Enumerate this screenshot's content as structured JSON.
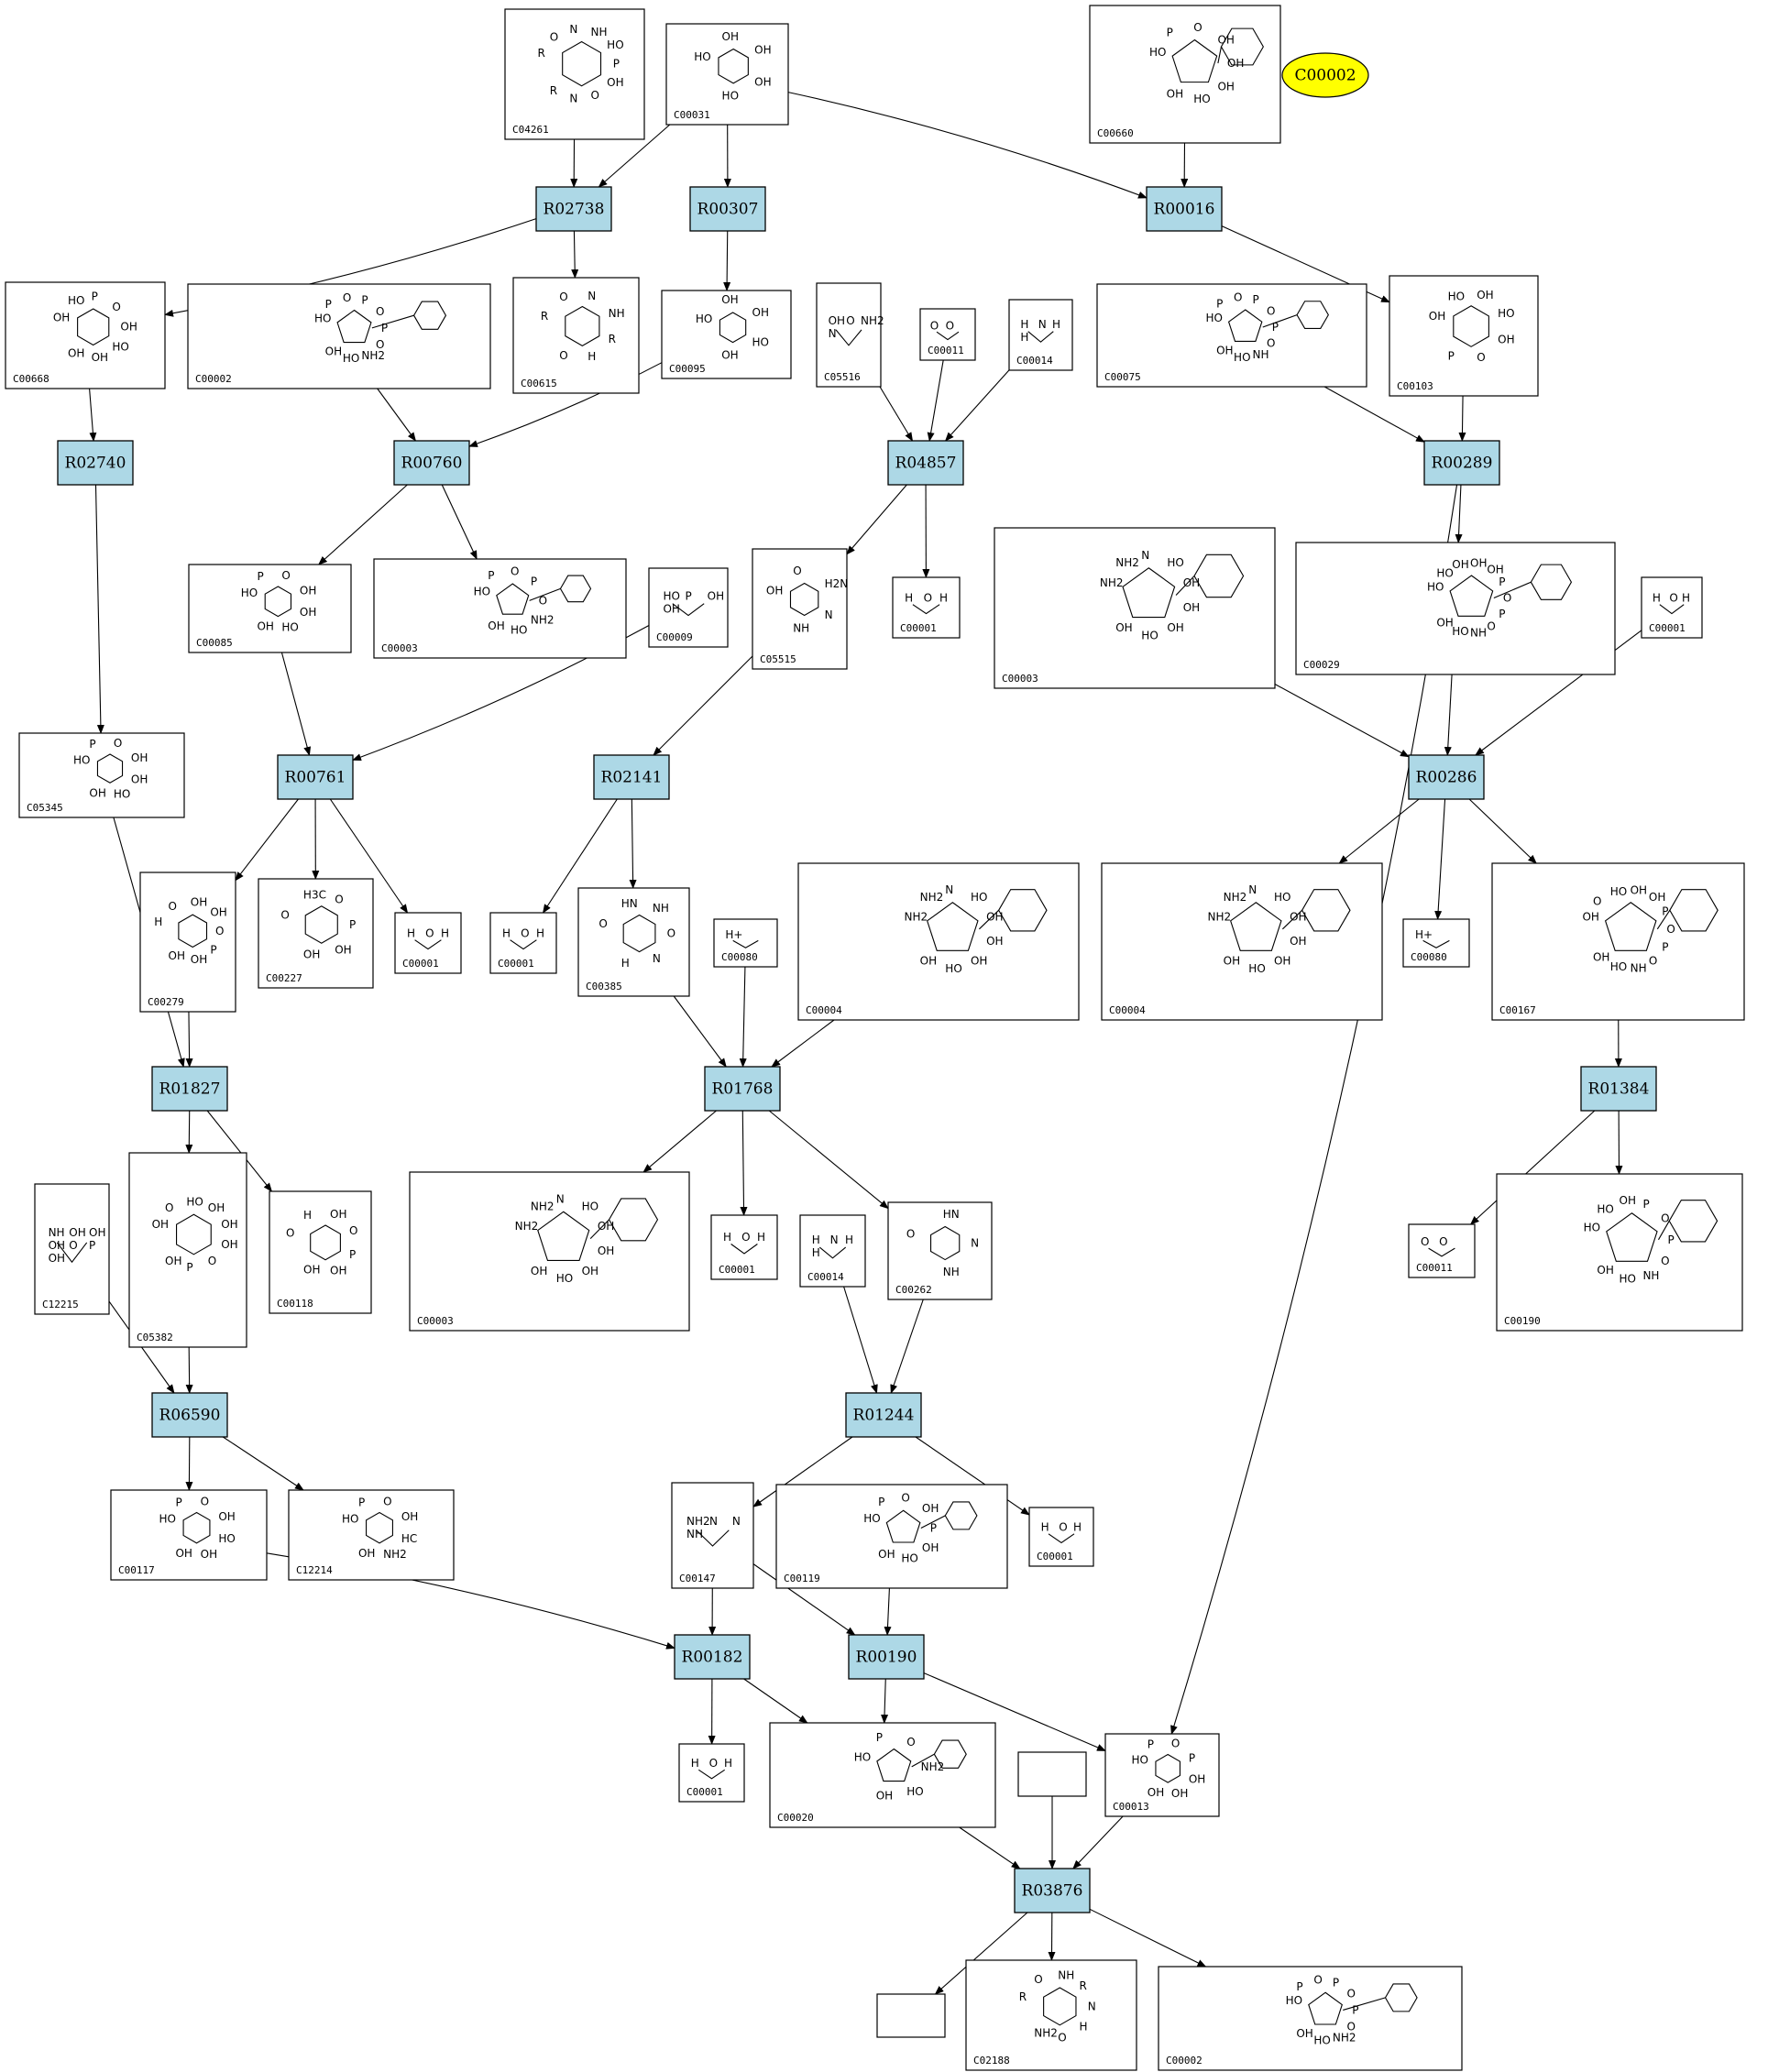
{
  "reactions": [
    {
      "id": "r02738",
      "label": "R02738"
    },
    {
      "id": "r00307",
      "label": "R00307"
    },
    {
      "id": "r00016",
      "label": "R00016"
    },
    {
      "id": "r02740",
      "label": "R02740"
    },
    {
      "id": "r00760",
      "label": "R00760"
    },
    {
      "id": "r04857",
      "label": "R04857"
    },
    {
      "id": "r00289",
      "label": "R00289"
    },
    {
      "id": "r00761",
      "label": "R00761"
    },
    {
      "id": "r02141",
      "label": "R02141"
    },
    {
      "id": "r00286",
      "label": "R00286"
    },
    {
      "id": "r01827",
      "label": "R01827"
    },
    {
      "id": "r01768",
      "label": "R01768"
    },
    {
      "id": "r01384",
      "label": "R01384"
    },
    {
      "id": "r06590",
      "label": "R06590"
    },
    {
      "id": "r01244",
      "label": "R01244"
    },
    {
      "id": "r00182",
      "label": "R00182"
    },
    {
      "id": "r00190",
      "label": "R00190"
    },
    {
      "id": "r03876",
      "label": "R03876"
    }
  ],
  "compounds": [
    {
      "id": "c04261",
      "label": "C04261",
      "atoms": [
        "R",
        "O",
        "N",
        "NH",
        "HO",
        "P",
        "OH",
        "O",
        "N",
        "R"
      ]
    },
    {
      "id": "c00031",
      "label": "C00031",
      "atoms": [
        "HO",
        "OH",
        "OH",
        "OH",
        "HO"
      ]
    },
    {
      "id": "c00660",
      "label": "C00660",
      "atoms": [
        "HO",
        "P",
        "O",
        "OH",
        "OH",
        "OH",
        "HO",
        "OH"
      ]
    },
    {
      "id": "c00668",
      "label": "C00668",
      "atoms": [
        "OH",
        "HO",
        "P",
        "O",
        "OH",
        "HO",
        "OH",
        "OH"
      ]
    },
    {
      "id": "c00002a",
      "label": "C00002",
      "atoms": [
        "HO",
        "P",
        "O",
        "P",
        "O",
        "P",
        "O",
        "NH2",
        "HO",
        "OH"
      ]
    },
    {
      "id": "c00615",
      "label": "C00615",
      "atoms": [
        "R",
        "O",
        "N",
        "NH",
        "R",
        "H",
        "O"
      ]
    },
    {
      "id": "c00095",
      "label": "C00095",
      "atoms": [
        "HO",
        "OH",
        "OH",
        "HO",
        "OH"
      ]
    },
    {
      "id": "c05516",
      "label": "C05516",
      "atoms": [
        "OH",
        "O",
        "NH2",
        "N"
      ]
    },
    {
      "id": "c00011a",
      "label": "C00011",
      "atoms": [
        "O",
        "O"
      ]
    },
    {
      "id": "c00014a",
      "label": "C00014",
      "atoms": [
        "H",
        "N",
        "H",
        "H"
      ]
    },
    {
      "id": "c00075",
      "label": "C00075",
      "atoms": [
        "HO",
        "P",
        "O",
        "P",
        "O",
        "P",
        "O",
        "NH",
        "HO",
        "OH"
      ]
    },
    {
      "id": "c00103",
      "label": "C00103",
      "atoms": [
        "OH",
        "HO",
        "OH",
        "HO",
        "OH",
        "O",
        "P"
      ]
    },
    {
      "id": "c00085",
      "label": "C00085",
      "atoms": [
        "HO",
        "P",
        "O",
        "OH",
        "OH",
        "HO",
        "OH"
      ]
    },
    {
      "id": "c00003a",
      "label": "C00003",
      "atoms": [
        "HO",
        "P",
        "O",
        "P",
        "O",
        "NH2",
        "HO",
        "OH"
      ]
    },
    {
      "id": "c00009",
      "label": "C00009",
      "atoms": [
        "HO",
        "P",
        "OH",
        "OH"
      ]
    },
    {
      "id": "c05515",
      "label": "C05515",
      "atoms": [
        "OH",
        "O",
        "H2N",
        "N",
        "NH"
      ]
    },
    {
      "id": "c00001a",
      "label": "C00001",
      "atoms": [
        "H",
        "O",
        "H"
      ]
    },
    {
      "id": "c00003b",
      "label": "C00003",
      "atoms": [
        "NH2",
        "NH2",
        "N",
        "HO",
        "OH",
        "OH",
        "OH",
        "HO",
        "OH"
      ]
    },
    {
      "id": "c00029",
      "label": "C00029",
      "atoms": [
        "HO",
        "HO",
        "OH",
        "OH",
        "OH",
        "P",
        "O",
        "P",
        "O",
        "NH",
        "HO",
        "OH"
      ]
    },
    {
      "id": "c00001b",
      "label": "C00001",
      "atoms": [
        "H",
        "O",
        "H"
      ]
    },
    {
      "id": "c05345",
      "label": "C05345",
      "atoms": [
        "HO",
        "P",
        "O",
        "OH",
        "OH",
        "HO",
        "OH"
      ]
    },
    {
      "id": "c00279",
      "label": "C00279",
      "atoms": [
        "H",
        "O",
        "OH",
        "OH",
        "O",
        "P",
        "OH",
        "OH"
      ]
    },
    {
      "id": "c00227",
      "label": "C00227",
      "atoms": [
        "O",
        "H3C",
        "O",
        "P",
        "OH",
        "OH"
      ]
    },
    {
      "id": "c00001c",
      "label": "C00001",
      "atoms": [
        "H",
        "O",
        "H"
      ]
    },
    {
      "id": "c00001d",
      "label": "C00001",
      "atoms": [
        "H",
        "O",
        "H"
      ]
    },
    {
      "id": "c00385",
      "label": "C00385",
      "atoms": [
        "O",
        "HN",
        "NH",
        "O",
        "N",
        "H"
      ]
    },
    {
      "id": "c00080a",
      "label": "C00080",
      "atoms": [
        "H+"
      ]
    },
    {
      "id": "c00004a",
      "label": "C00004",
      "atoms": [
        "NH2",
        "NH2",
        "N",
        "HO",
        "OH",
        "OH",
        "OH",
        "HO",
        "OH"
      ]
    },
    {
      "id": "c00004b",
      "label": "C00004",
      "atoms": [
        "NH2",
        "NH2",
        "N",
        "HO",
        "OH",
        "OH",
        "OH",
        "HO",
        "OH"
      ]
    },
    {
      "id": "c00080b",
      "label": "C00080",
      "atoms": [
        "H+"
      ]
    },
    {
      "id": "c00167",
      "label": "C00167",
      "atoms": [
        "OH",
        "O",
        "HO",
        "OH",
        "OH",
        "P",
        "O",
        "P",
        "O",
        "NH",
        "HO",
        "OH"
      ]
    },
    {
      "id": "c12215",
      "label": "C12215",
      "atoms": [
        "NH",
        "OH",
        "OH",
        "OH",
        "O",
        "P",
        "OH"
      ]
    },
    {
      "id": "c05382",
      "label": "C05382",
      "atoms": [
        "OH",
        "O",
        "HO",
        "OH",
        "OH",
        "OH",
        "O",
        "P",
        "OH"
      ]
    },
    {
      "id": "c00118",
      "label": "C00118",
      "atoms": [
        "O",
        "H",
        "OH",
        "O",
        "P",
        "OH",
        "OH"
      ]
    },
    {
      "id": "c00003c",
      "label": "C00003",
      "atoms": [
        "NH2",
        "NH2",
        "N",
        "HO",
        "OH",
        "OH",
        "OH",
        "HO",
        "OH"
      ]
    },
    {
      "id": "c00001e",
      "label": "C00001",
      "atoms": [
        "H",
        "O",
        "H"
      ]
    },
    {
      "id": "c00014b",
      "label": "C00014",
      "atoms": [
        "H",
        "N",
        "H",
        "H"
      ]
    },
    {
      "id": "c00262",
      "label": "C00262",
      "atoms": [
        "O",
        "HN",
        "N",
        "NH"
      ]
    },
    {
      "id": "c00011b",
      "label": "C00011",
      "atoms": [
        "O",
        "O"
      ]
    },
    {
      "id": "c00190",
      "label": "C00190",
      "atoms": [
        "HO",
        "HO",
        "OH",
        "P",
        "O",
        "P",
        "O",
        "NH",
        "HO",
        "OH"
      ]
    },
    {
      "id": "c00117",
      "label": "C00117",
      "atoms": [
        "HO",
        "P",
        "O",
        "OH",
        "HO",
        "OH",
        "OH"
      ]
    },
    {
      "id": "c12214",
      "label": "C12214",
      "atoms": [
        "HO",
        "P",
        "O",
        "OH",
        "HC",
        "NH2",
        "OH"
      ]
    },
    {
      "id": "c00147",
      "label": "C00147",
      "atoms": [
        "NH2",
        "N",
        "N",
        "NH"
      ]
    },
    {
      "id": "c00119",
      "label": "C00119",
      "atoms": [
        "HO",
        "P",
        "O",
        "OH",
        "P",
        "OH",
        "HO",
        "OH"
      ]
    },
    {
      "id": "c00001f",
      "label": "C00001",
      "atoms": [
        "H",
        "O",
        "H"
      ]
    },
    {
      "id": "c00001g",
      "label": "C00001",
      "atoms": [
        "H",
        "O",
        "H"
      ]
    },
    {
      "id": "c00020",
      "label": "C00020",
      "atoms": [
        "HO",
        "P",
        "O",
        "NH2",
        "HO",
        "OH"
      ]
    },
    {
      "id": "c00013",
      "label": "C00013",
      "atoms": [
        "HO",
        "P",
        "O",
        "P",
        "OH",
        "OH",
        "OH"
      ]
    },
    {
      "id": "c02188",
      "label": "C02188",
      "atoms": [
        "R",
        "O",
        "NH",
        "R",
        "N",
        "H",
        "O",
        "NH2"
      ]
    },
    {
      "id": "c00002b",
      "label": "C00002",
      "atoms": [
        "HO",
        "P",
        "O",
        "P",
        "O",
        "P",
        "O",
        "NH2",
        "HO",
        "OH"
      ]
    }
  ],
  "extras": [
    {
      "id": "c00002e",
      "label": "C00002",
      "fill": "#ffff00"
    }
  ],
  "edges": [
    [
      "c04261",
      "r02738"
    ],
    [
      "c00031",
      "r02738"
    ],
    [
      "c00031",
      "r00307"
    ],
    [
      "c00031",
      "r00016"
    ],
    [
      "c00660",
      "r00016"
    ],
    [
      "r02738",
      "c00668"
    ],
    [
      "r02738",
      "c00615"
    ],
    [
      "r00307",
      "c00095"
    ],
    [
      "r00016",
      "c00103"
    ],
    [
      "c00668",
      "r02740"
    ],
    [
      "c00002a",
      "r00760"
    ],
    [
      "c00095",
      "r00760"
    ],
    [
      "c05516",
      "r04857"
    ],
    [
      "c00011a",
      "r04857"
    ],
    [
      "c00014a",
      "r04857"
    ],
    [
      "c00075",
      "r00289"
    ],
    [
      "c00103",
      "r00289"
    ],
    [
      "r00760",
      "c00085"
    ],
    [
      "r00760",
      "c00003a"
    ],
    [
      "r04857",
      "c05515"
    ],
    [
      "r04857",
      "c00001a"
    ],
    [
      "r00289",
      "c00029"
    ],
    [
      "r00289",
      "c00013"
    ],
    [
      "r02740",
      "c05345"
    ],
    [
      "c00085",
      "r00761"
    ],
    [
      "c00009",
      "r00761"
    ],
    [
      "c05515",
      "r02141"
    ],
    [
      "c00003b",
      "r00286"
    ],
    [
      "c00029",
      "r00286"
    ],
    [
      "c00001b",
      "r00286"
    ],
    [
      "r00761",
      "c00279"
    ],
    [
      "r00761",
      "c00227"
    ],
    [
      "r00761",
      "c00001c"
    ],
    [
      "r02141",
      "c00001d"
    ],
    [
      "r02141",
      "c00385"
    ],
    [
      "r00286",
      "c00004b"
    ],
    [
      "r00286",
      "c00080b"
    ],
    [
      "r00286",
      "c00167"
    ],
    [
      "c05345",
      "r01827"
    ],
    [
      "c00279",
      "r01827"
    ],
    [
      "c00385",
      "r01768"
    ],
    [
      "c00080a",
      "r01768"
    ],
    [
      "c00004a",
      "r01768"
    ],
    [
      "c00167",
      "r01384"
    ],
    [
      "r01827",
      "c05382"
    ],
    [
      "r01827",
      "c00118"
    ],
    [
      "r01768",
      "c00003c"
    ],
    [
      "r01768",
      "c00001e"
    ],
    [
      "r01768",
      "c00262"
    ],
    [
      "r01384",
      "c00011b"
    ],
    [
      "r01384",
      "c00190"
    ],
    [
      "c12215",
      "r06590"
    ],
    [
      "c05382",
      "r06590"
    ],
    [
      "c00014b",
      "r01244"
    ],
    [
      "c00262",
      "r01244"
    ],
    [
      "r06590",
      "c00117"
    ],
    [
      "r06590",
      "c12214"
    ],
    [
      "r01244",
      "c00147"
    ],
    [
      "r01244",
      "c00001f"
    ],
    [
      "c00117",
      "r00182"
    ],
    [
      "c00147",
      "r00182"
    ],
    [
      "c00147",
      "r00190"
    ],
    [
      "c00119",
      "r00190"
    ],
    [
      "r00182",
      "c00001g"
    ],
    [
      "r00182",
      "c00020"
    ],
    [
      "r00190",
      "c00020"
    ],
    [
      "r00190",
      "c00013"
    ],
    [
      "c00020",
      "r03876"
    ],
    [
      "blank1",
      "r03876"
    ],
    [
      "c00013",
      "r03876"
    ],
    [
      "r03876",
      "blank2"
    ],
    [
      "r03876",
      "c02188"
    ],
    [
      "r03876",
      "c00002b"
    ]
  ]
}
